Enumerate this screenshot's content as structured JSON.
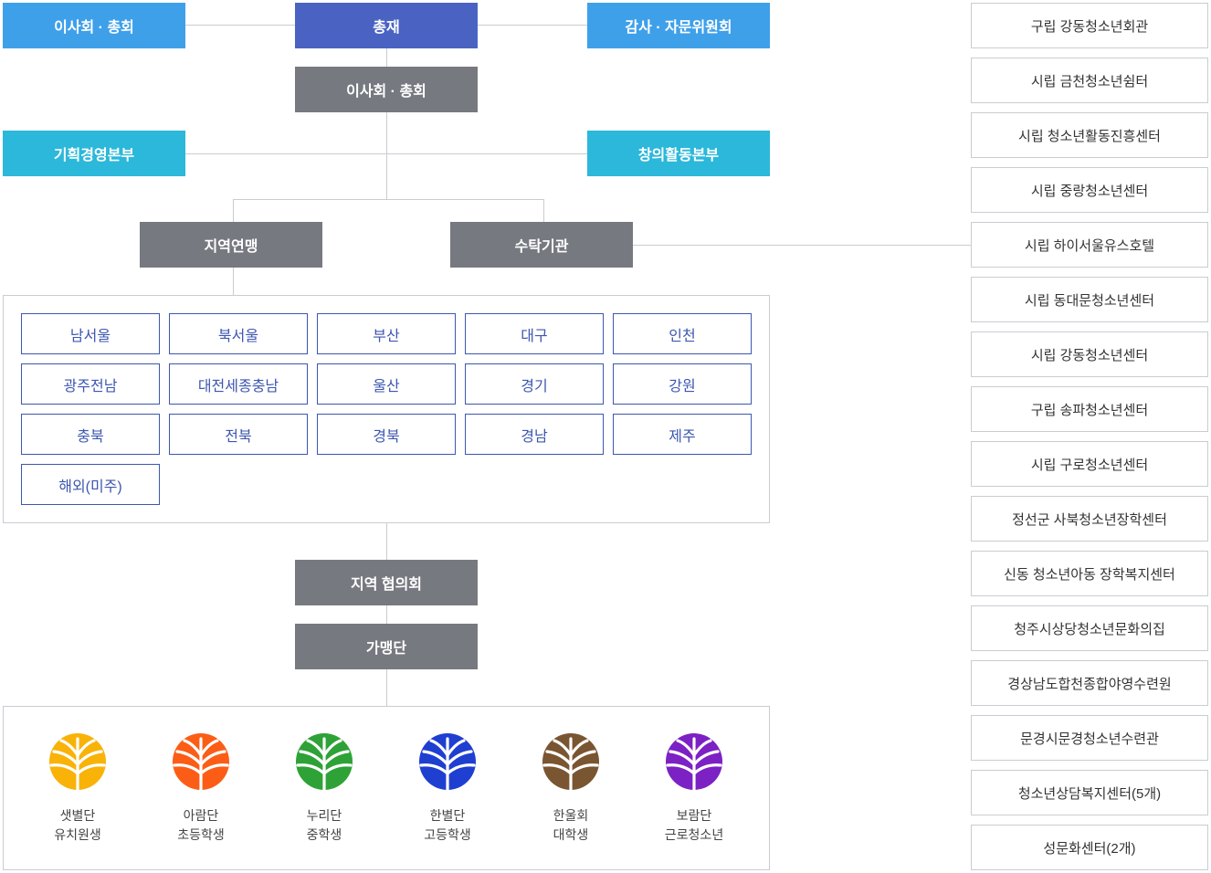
{
  "top": {
    "left": "이사회 · 총회",
    "center": "총재",
    "right": "감사 · 자문위원회"
  },
  "board": "이사회 · 총회",
  "divisions": {
    "left": "기획경영본부",
    "right": "창의활동본부"
  },
  "branches": {
    "left": "지역연맹",
    "right": "수탁기관"
  },
  "regions": [
    "남서울",
    "북서울",
    "부산",
    "대구",
    "인천",
    "광주전남",
    "대전세종충남",
    "울산",
    "경기",
    "강원",
    "충북",
    "전북",
    "경북",
    "경남",
    "제주",
    "해외(미주)"
  ],
  "council": "지역 협의회",
  "members": "가맹단",
  "groups": [
    {
      "name": "샛별단",
      "desc": "유치원생",
      "color": "#f9b208",
      "icon": "tree-logo-yellow-icon"
    },
    {
      "name": "아람단",
      "desc": "초등학생",
      "color": "#fb5d17",
      "icon": "tree-logo-orange-icon"
    },
    {
      "name": "누리단",
      "desc": "중학생",
      "color": "#2ea236",
      "icon": "tree-logo-green-icon"
    },
    {
      "name": "한별단",
      "desc": "고등학생",
      "color": "#1f3fd1",
      "icon": "tree-logo-blue-icon"
    },
    {
      "name": "한울회",
      "desc": "대학생",
      "color": "#7a5531",
      "icon": "tree-logo-brown-icon"
    },
    {
      "name": "보람단",
      "desc": "근로청소년",
      "color": "#7c21c4",
      "icon": "tree-logo-purple-icon"
    }
  ],
  "facilities": [
    "구립 강동청소년회관",
    "시립 금천청소년쉼터",
    "시립 청소년활동진흥센터",
    "시립 중랑청소년센터",
    "시립 하이서울유스호텔",
    "시립 동대문청소년센터",
    "시립 강동청소년센터",
    "구립 송파청소년센터",
    "시립 구로청소년센터",
    "정선군 사북청소년장학센터",
    "신동 청소년아동 장학복지센터",
    "청주시상당청소년문화의집",
    "경상남도합천종합야영수련원",
    "문경시문경청소년수련관",
    "청소년상담복지센터(5개)",
    "성문화센터(2개)"
  ],
  "colors": {
    "top_blue": "#3fa0ea",
    "president": "#4a63c2",
    "division_cyan": "#2bb8da",
    "gray_box": "#76797f",
    "region_border": "#3d57b0",
    "line": "#c9ccd1"
  }
}
